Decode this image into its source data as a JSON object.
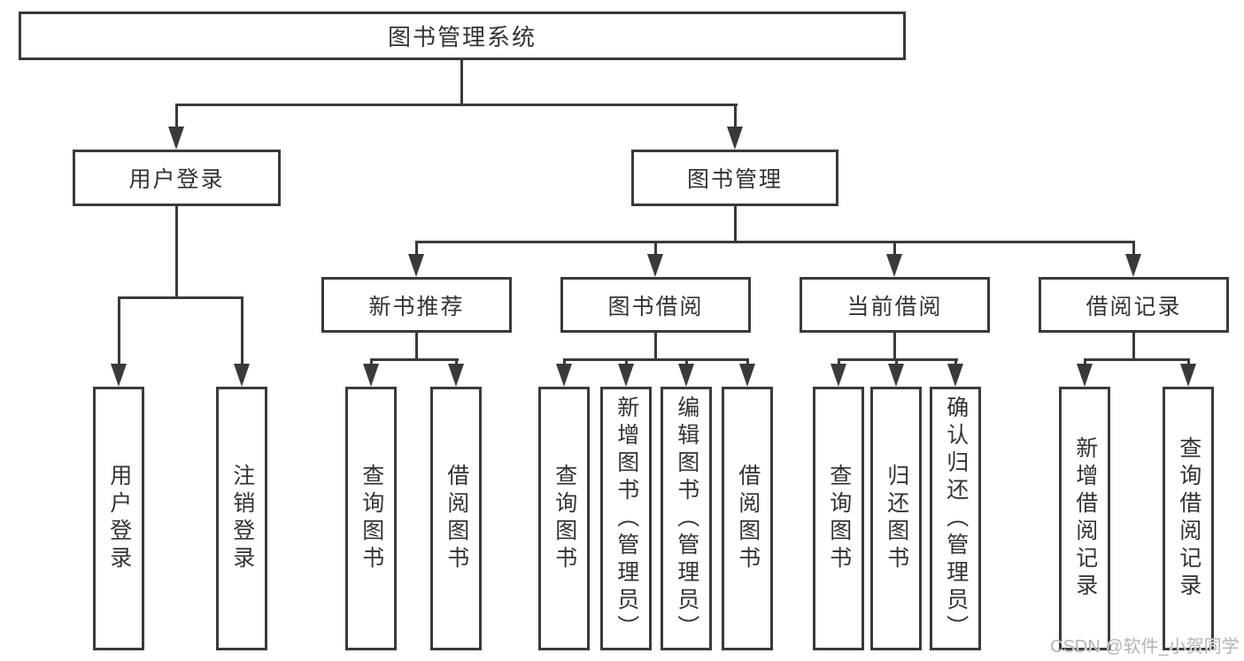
{
  "tree": {
    "root": {
      "label": "图书管理系统",
      "children": [
        {
          "label": "用户登录",
          "children": [
            {
              "label": "用户登录"
            },
            {
              "label": "注销登录"
            }
          ]
        },
        {
          "label": "图书管理",
          "children": [
            {
              "label": "新书推荐",
              "children": [
                {
                  "label": "查询图书"
                },
                {
                  "label": "借阅图书"
                }
              ]
            },
            {
              "label": "图书借阅",
              "children": [
                {
                  "label": "查询图书"
                },
                {
                  "label": "新增图书（管理员）"
                },
                {
                  "label": "编辑图书（管理员）"
                },
                {
                  "label": "借阅图书"
                }
              ]
            },
            {
              "label": "当前借阅",
              "children": [
                {
                  "label": "查询图书"
                },
                {
                  "label": "归还图书"
                },
                {
                  "label": "确认归还（管理员）"
                }
              ]
            },
            {
              "label": "借阅记录",
              "children": [
                {
                  "label": "新增借阅记录"
                },
                {
                  "label": "查询借阅记录"
                }
              ]
            }
          ]
        }
      ]
    }
  },
  "watermark": {
    "text": "CSDN @软件_小贺同学"
  },
  "colors": {
    "line": "#3a3a3a",
    "text": "#333333",
    "background": "#ffffff",
    "watermark": "#b4b4b4"
  }
}
